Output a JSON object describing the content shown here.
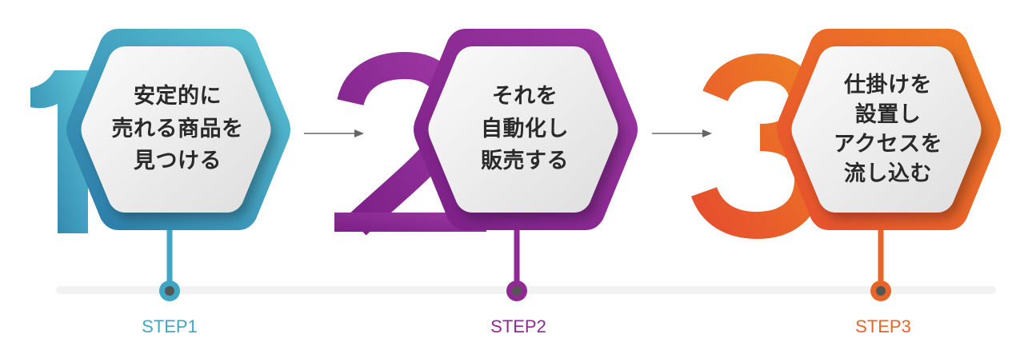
{
  "steps": [
    {
      "number": "1",
      "lines": [
        "安定的に",
        "売れる商品を",
        "見つける"
      ],
      "label": "STEP1",
      "color": "#3FA6C3"
    },
    {
      "number": "2",
      "lines": [
        "それを",
        "自動化し",
        "販売する"
      ],
      "label": "STEP2",
      "color": "#8E2A92"
    },
    {
      "number": "3",
      "lines": [
        "仕掛けを",
        "設置し",
        "アクセスを",
        "流し込む"
      ],
      "label": "STEP3",
      "color": "#E8652A"
    }
  ],
  "colors": {
    "hex_face": "#efefef",
    "timeline": "#f2f2f2",
    "arrow": "#666666",
    "dot_center": "#555555"
  }
}
